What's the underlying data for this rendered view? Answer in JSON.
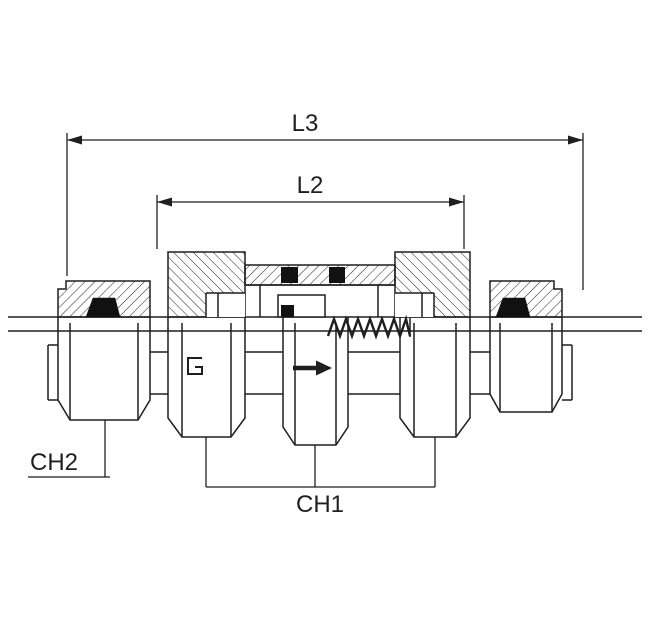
{
  "diagram": {
    "labels": {
      "l3": "L3",
      "l2": "L2",
      "ch1": "CH1",
      "ch2": "CH2"
    },
    "colors": {
      "line": "#1f1f1f",
      "background": "#ffffff",
      "seal": "#111111"
    }
  }
}
